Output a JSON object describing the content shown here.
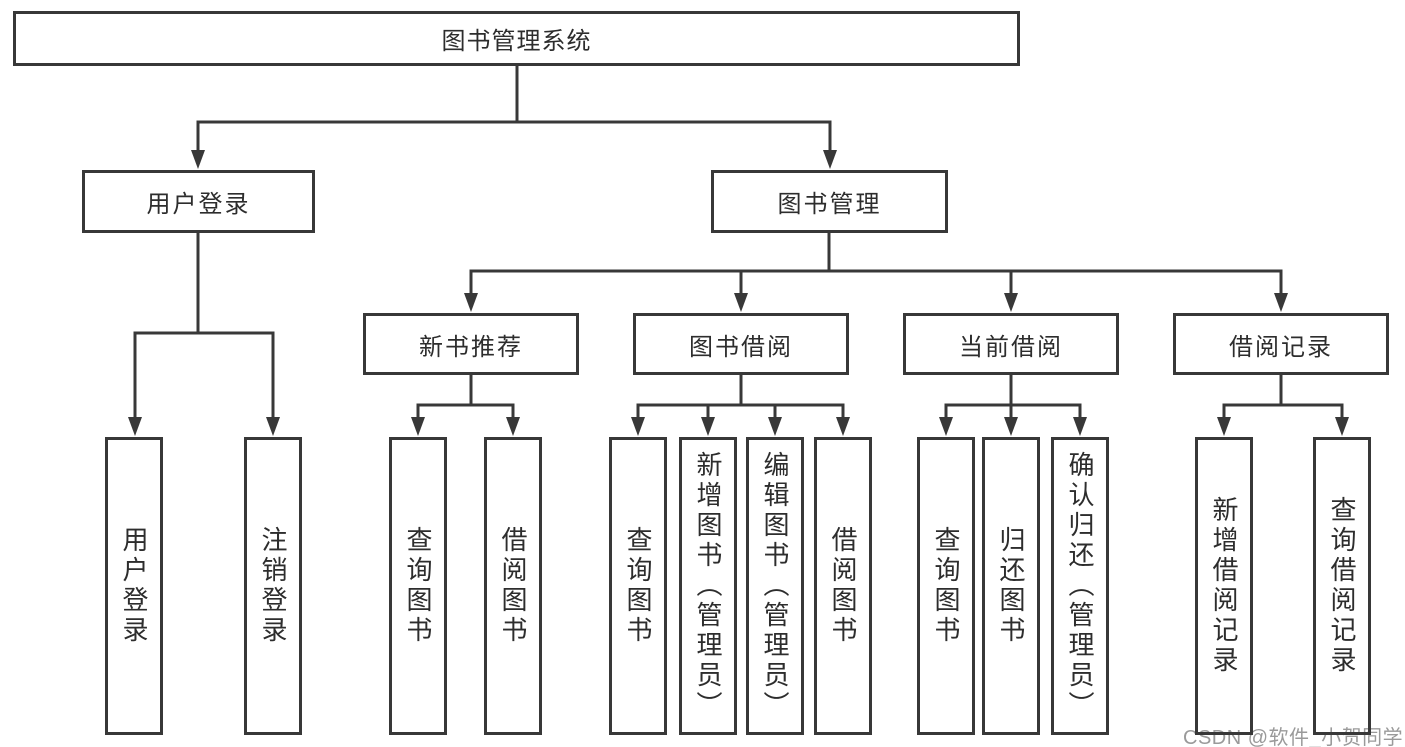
{
  "tree": {
    "label": "图书管理系统",
    "children": [
      {
        "label": "用户登录",
        "children": [
          {
            "label": "用户登录"
          },
          {
            "label": "注销登录"
          }
        ]
      },
      {
        "label": "图书管理",
        "children": [
          {
            "label": "新书推荐",
            "children": [
              {
                "label": "查询图书"
              },
              {
                "label": "借阅图书"
              }
            ]
          },
          {
            "label": "图书借阅",
            "children": [
              {
                "label": "查询图书"
              },
              {
                "label": "新增图书（管理员）"
              },
              {
                "label": "编辑图书（管理员）"
              },
              {
                "label": "借阅图书"
              }
            ]
          },
          {
            "label": "当前借阅",
            "children": [
              {
                "label": "查询图书"
              },
              {
                "label": "归还图书"
              },
              {
                "label": "确认归还（管理员）"
              }
            ]
          },
          {
            "label": "借阅记录",
            "children": [
              {
                "label": "新增借阅记录"
              },
              {
                "label": "查询借阅记录"
              }
            ]
          }
        ]
      }
    ]
  },
  "watermark": {
    "text": "CSDN @软件_小贺同学"
  },
  "colors": {
    "line": "#383838",
    "text": "#2d2d2d",
    "background": "#ffffff",
    "watermark": "#9a9a9a"
  }
}
